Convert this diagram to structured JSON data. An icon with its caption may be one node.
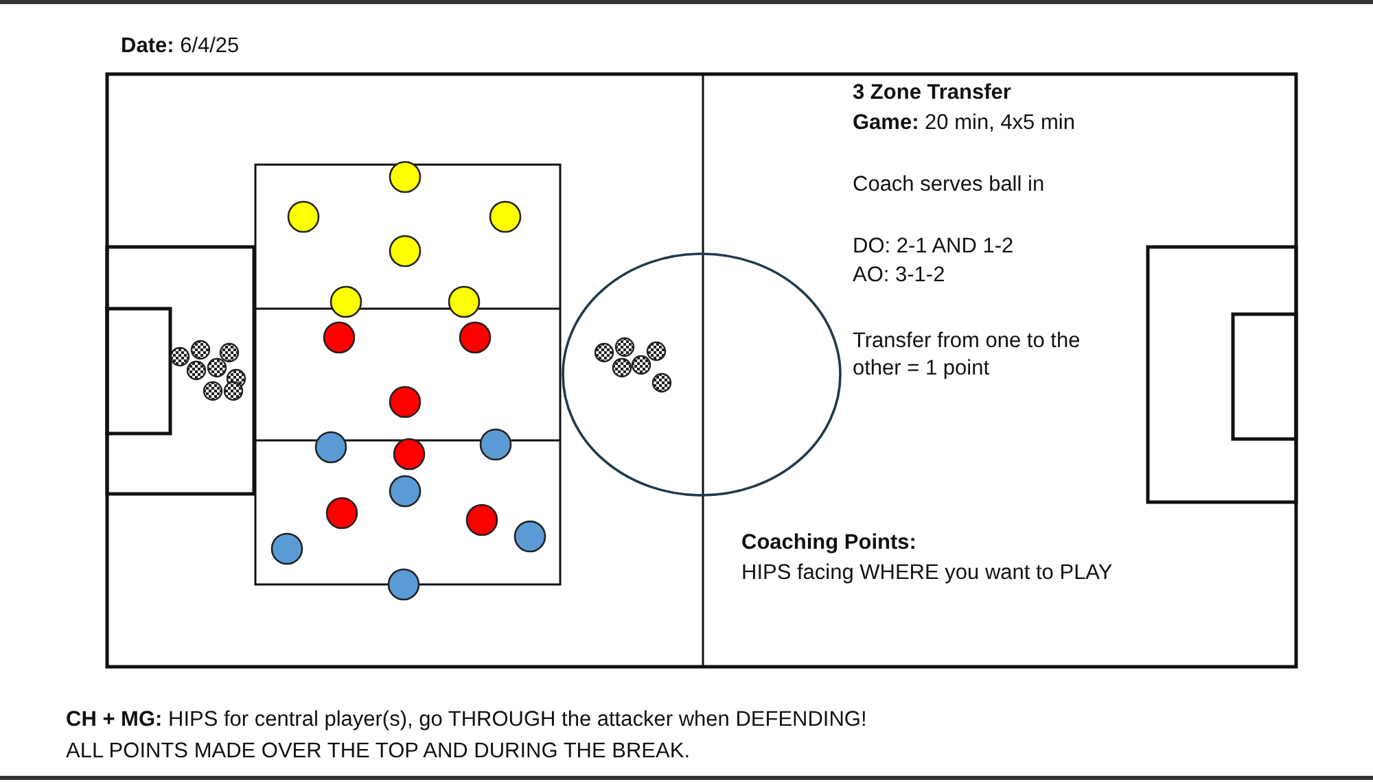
{
  "diagram": {
    "title": "3 Zone Transfer",
    "labels": [
      "**Date:** 6/4/25",
      "**Game:** 20 min, 4x5 min",
      "Coach serves ball in",
      "DO: 2-1 AND 1-2",
      "AO: 3-1-2",
      "Transfer from one to the other = 1 point",
      "Coaching Points:",
      "HIPS facing WHERE you want to PLAY",
      "**CH + MG:** HIPS for central player(s), go THROUGH the attacker when DEFENDING!",
      "ALL POINTS MADE OVER THE TOP AND DURING THE BREAK."
    ]
  }
}
